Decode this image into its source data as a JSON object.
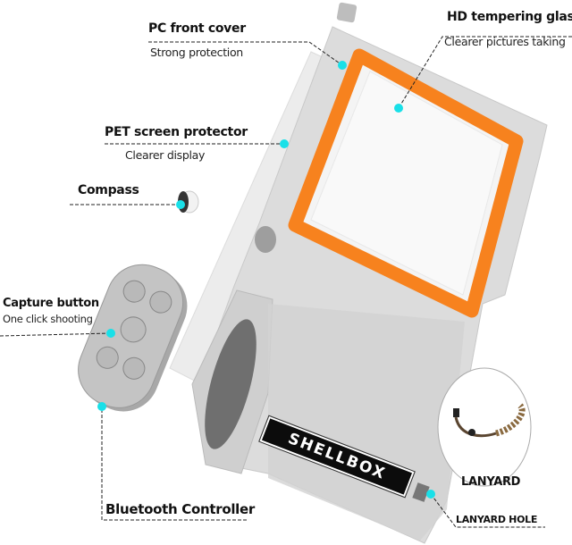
{
  "callouts": {
    "pc_front_cover": {
      "title": "PC front cover",
      "subtitle": "Strong protection"
    },
    "hd_glass": {
      "title": "HD tempering glass",
      "subtitle": "Clearer pictures taking"
    },
    "pet_protector": {
      "title": "PET screen protector",
      "subtitle": "Clearer display"
    },
    "compass": {
      "title": "Compass"
    },
    "capture_button": {
      "title": "Capture button",
      "subtitle": "One click shooting"
    },
    "bluetooth_controller": {
      "title": "Bluetooth Controller"
    },
    "lanyard": {
      "title": "LANYARD"
    },
    "lanyard_hole": {
      "title": "LANYARD HOLE"
    }
  },
  "product": {
    "brand": "SHELLBOX"
  },
  "colors": {
    "accent_dot": "#19e0e8",
    "frame_orange": "#f7821e",
    "body_gray": "#d6d6d6"
  }
}
